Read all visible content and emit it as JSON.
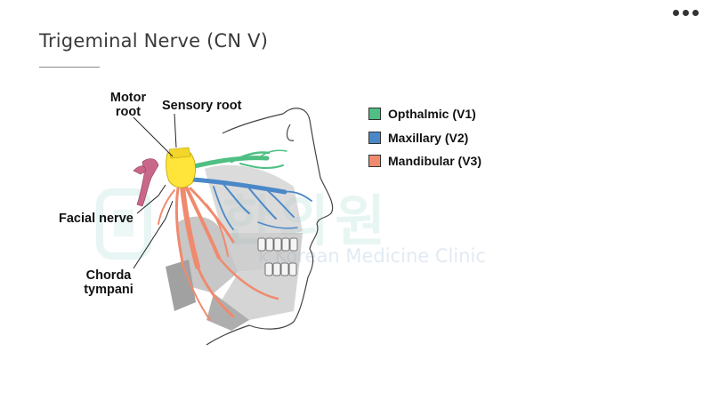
{
  "slide": {
    "title": "Trigeminal Nerve (CN V)"
  },
  "labels": {
    "motor_root_line1": "Motor",
    "motor_root_line2": "root",
    "sensory_root": "Sensory root",
    "facial_nerve": "Facial nerve",
    "chorda_line1": "Chorda",
    "chorda_line2": "tympani"
  },
  "legend": [
    {
      "label": "Opthalmic (V1)",
      "color": "#4fbf83"
    },
    {
      "label": "Maxillary (V2)",
      "color": "#4a88c8"
    },
    {
      "label": "Mandibular (V3)",
      "color": "#f08a6e"
    }
  ],
  "watermark": {
    "korean": "한의원",
    "english": "k Korean Medicine Clinic"
  },
  "icons": {
    "more_menu": "more-horizontal-icon"
  }
}
